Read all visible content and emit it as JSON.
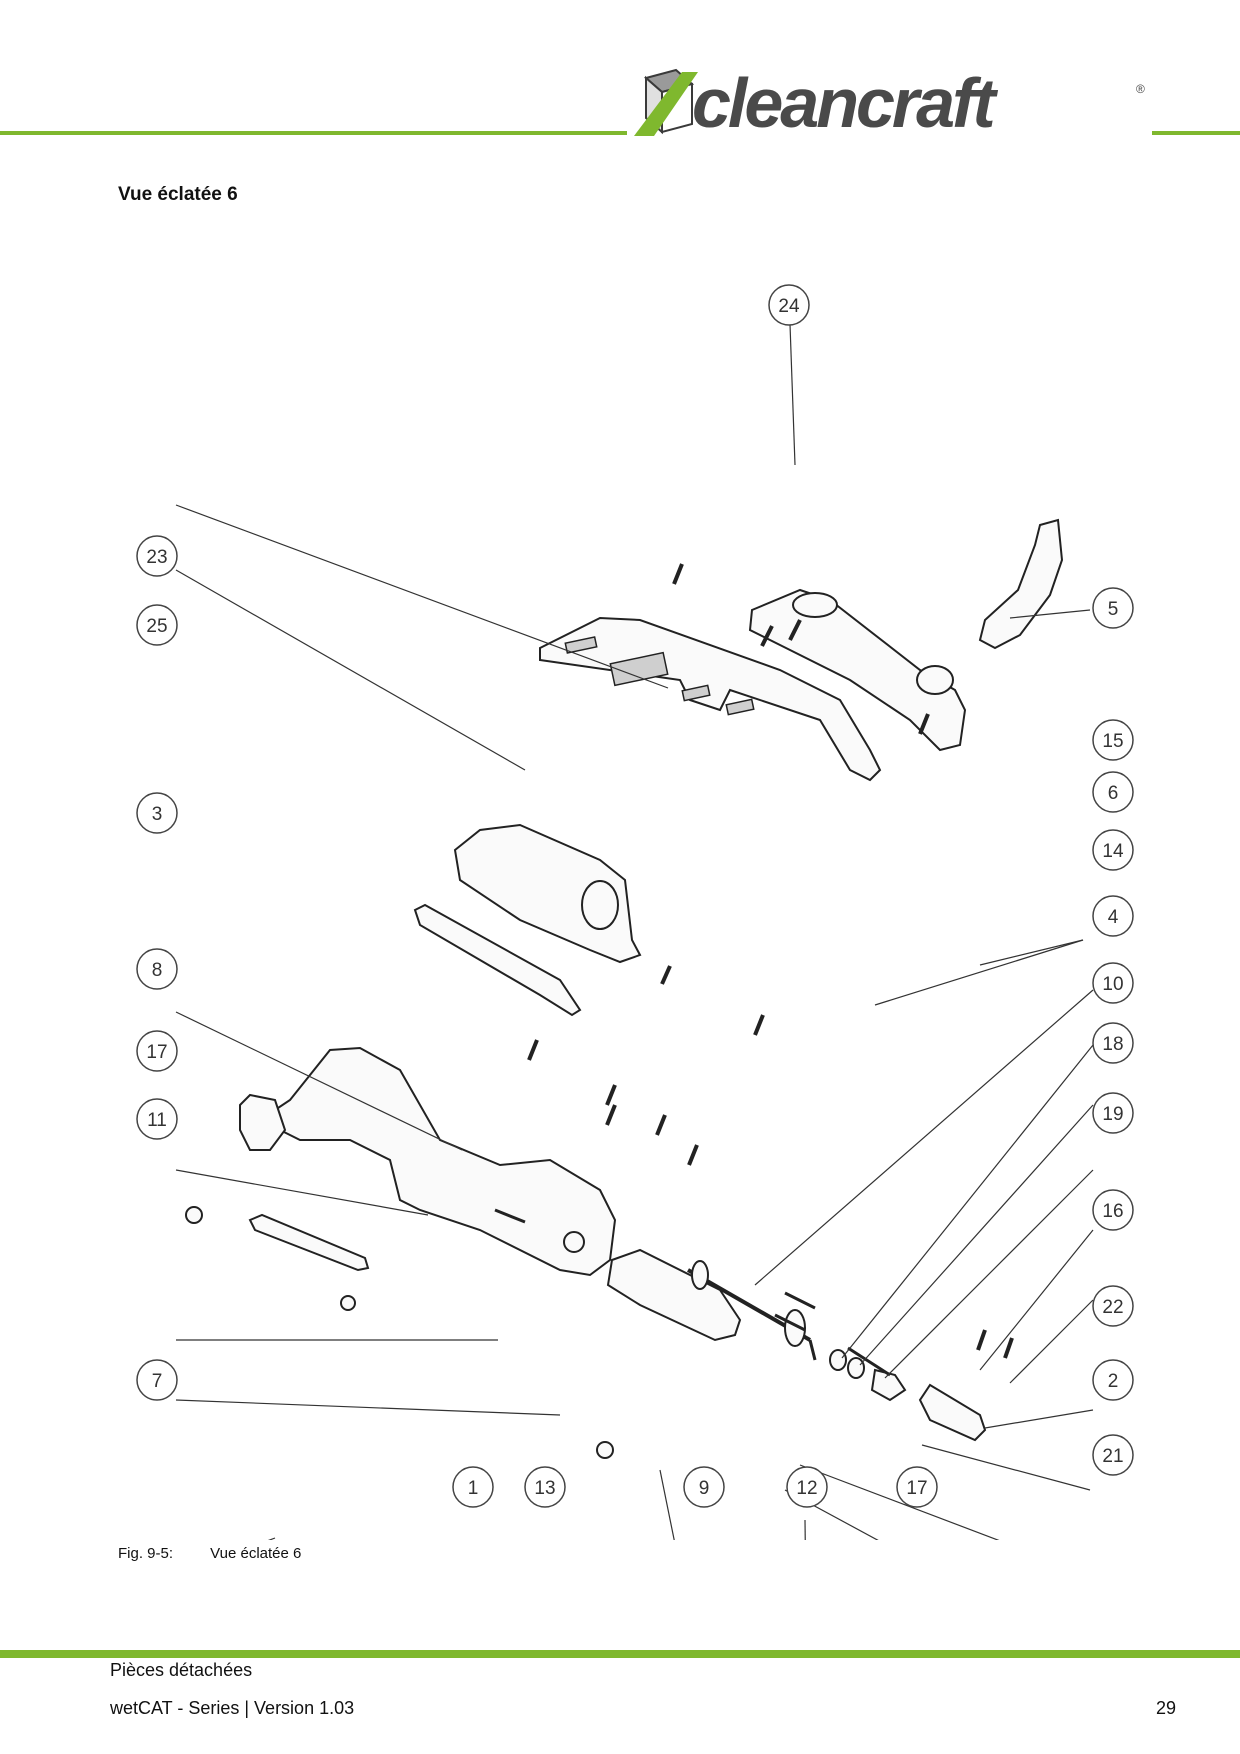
{
  "header": {
    "brand": "cleancraft",
    "registered_mark": "®"
  },
  "section_title": "Vue éclatée 6",
  "diagram": {
    "callouts": [
      "24",
      "23",
      "25",
      "5",
      "15",
      "6",
      "3",
      "14",
      "4",
      "8",
      "10",
      "18",
      "17",
      "19",
      "11",
      "16",
      "22",
      "7",
      "2",
      "21",
      "1",
      "13",
      "9",
      "12",
      "17"
    ]
  },
  "caption": {
    "figure_number": "Fig. 9-5:",
    "text": "Vue éclatée 6"
  },
  "footer": {
    "section": "Pièces détachées",
    "document": "wetCAT - Series |  Version 1.03",
    "page_number": "29"
  },
  "colors": {
    "accent": "#7fb82e",
    "logo_gray": "#4a4a4a"
  }
}
